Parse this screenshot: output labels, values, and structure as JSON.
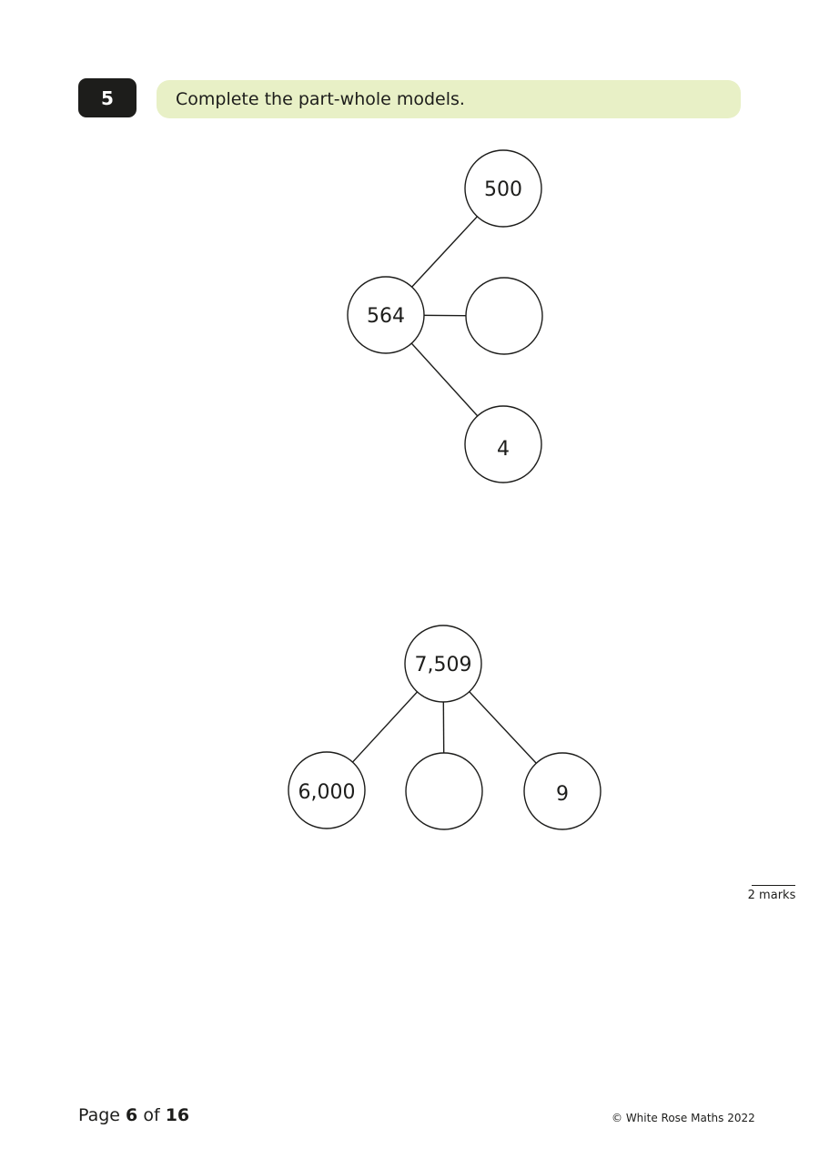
{
  "question": {
    "number": "5",
    "prompt": "Complete the part-whole models."
  },
  "models": [
    {
      "whole": "564",
      "parts": [
        "500",
        "",
        "4"
      ]
    },
    {
      "whole": "7,509",
      "parts": [
        "6,000",
        "",
        "9"
      ]
    }
  ],
  "marks": "2 marks",
  "footer": {
    "page_word": "Page",
    "page_current": "6",
    "page_of": "of",
    "page_total": "16",
    "copyright": "© White Rose Maths 2022"
  }
}
